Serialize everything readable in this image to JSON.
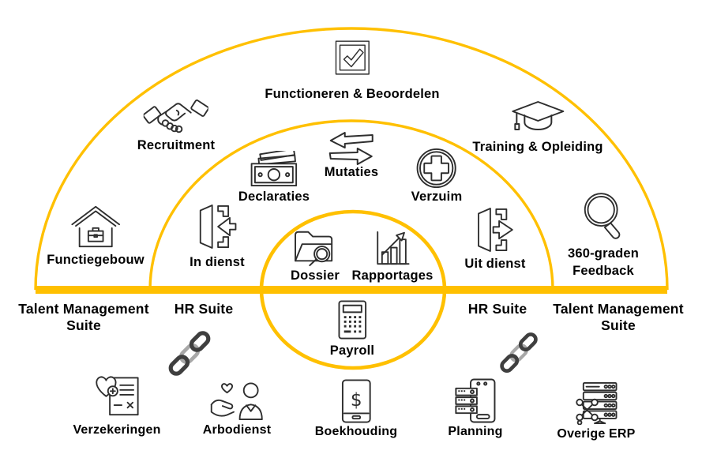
{
  "colors": {
    "arc": "#FFC000",
    "icon_stroke": "#2e2e2e",
    "chain_dark": "#3f3f3f",
    "chain_light": "#a8a8a8",
    "text": "#000000"
  },
  "rings": {
    "outer": {
      "suite_name": "Talent Management Suite",
      "items": {
        "functiegebouw": {
          "label": "Functiegebouw",
          "icon": "house-briefcase-icon"
        },
        "recruitment": {
          "label": "Recruitment",
          "icon": "handshake-icon"
        },
        "functioneren_beoordelen": {
          "label": "Functioneren & Beoordelen",
          "icon": "checkbox-icon"
        },
        "training_opleiding": {
          "label": "Training & Opleiding",
          "icon": "graduation-cap-icon"
        },
        "feedback_360": {
          "label_line1": "360-graden",
          "label_line2": "Feedback",
          "icon": "magnifier-icon"
        }
      }
    },
    "middle": {
      "suite_name": "HR Suite",
      "items": {
        "in_dienst": {
          "label": "In dienst",
          "icon": "door-enter-icon"
        },
        "declaraties": {
          "label": "Declaraties",
          "icon": "banknote-icon"
        },
        "mutaties": {
          "label": "Mutaties",
          "icon": "exchange-arrows-icon"
        },
        "verzuim": {
          "label": "Verzuim",
          "icon": "medical-cross-icon"
        },
        "uit_dienst": {
          "label": "Uit dienst",
          "icon": "door-exit-icon"
        }
      }
    },
    "inner": {
      "suite_name": "Payroll",
      "items": {
        "dossier": {
          "label": "Dossier",
          "icon": "folder-search-icon"
        },
        "rapportages": {
          "label": "Rapportages",
          "icon": "growth-chart-icon"
        },
        "payroll": {
          "label": "Payroll",
          "icon": "calculator-icon"
        }
      }
    }
  },
  "baseline_labels": {
    "left_outer_line1": "Talent Management",
    "left_outer_line2": "Suite",
    "left_middle": "HR Suite",
    "right_middle": "HR Suite",
    "right_outer_line1": "Talent Management",
    "right_outer_line2": "Suite"
  },
  "integrations": {
    "link_icon": "chain-link-icon",
    "items": {
      "verzekeringen": {
        "label": "Verzekeringen",
        "icon": "health-insurance-document-icon"
      },
      "arbodienst": {
        "label": "Arbodienst",
        "icon": "care-hand-person-icon"
      },
      "boekhouding": {
        "label": "Boekhouding",
        "icon": "tablet-dollar-icon"
      },
      "planning": {
        "label": "Planning",
        "icon": "phone-schedule-icon"
      },
      "overige_erp": {
        "label": "Overige ERP",
        "icon": "server-tools-icon"
      }
    }
  }
}
